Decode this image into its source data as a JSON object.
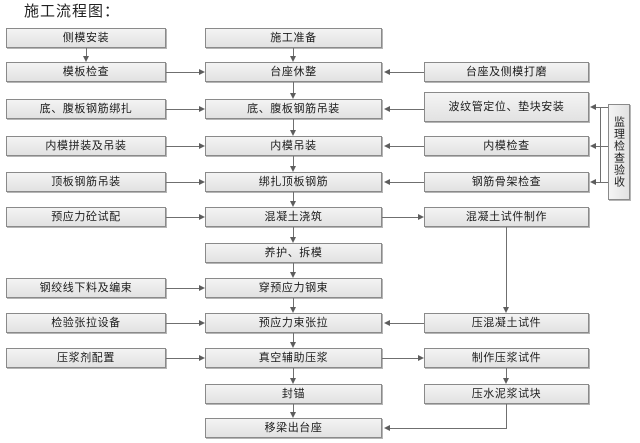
{
  "title": "施工流程图：",
  "colors": {
    "box_fill": "#eaeaea",
    "box_border": "#8a8a8a",
    "connector": "#6f6f6f",
    "text": "#1b1b1b",
    "background": "#ffffff"
  },
  "left_column": [
    {
      "id": "side-form-install",
      "label": "侧模安装"
    },
    {
      "id": "formwork-inspection",
      "label": "模板检查"
    },
    {
      "id": "bottom-web-rebar-tie",
      "label": "底、腹板钢筋绑扎"
    },
    {
      "id": "inner-form-assemble",
      "label": "内模拼装及吊装"
    },
    {
      "id": "top-rebar-hoist",
      "label": "顶板钢筋吊装"
    },
    {
      "id": "prestress-mix-design",
      "label": "预应力砼试配"
    },
    {
      "id": "strand-cut-bundle",
      "label": "钢绞线下料及编束"
    },
    {
      "id": "check-jacking-equip",
      "label": "检验张拉设备"
    },
    {
      "id": "grout-agent-mix",
      "label": "压浆剂配置"
    }
  ],
  "middle_column": [
    {
      "id": "construction-prep",
      "label": "施工准备"
    },
    {
      "id": "pedestal-trim",
      "label": "台座休整"
    },
    {
      "id": "bottom-web-rebar-hoist",
      "label": "底、腹板钢筋吊装"
    },
    {
      "id": "inner-form-hoist",
      "label": "内模吊装"
    },
    {
      "id": "tie-top-rebar",
      "label": "绑扎顶板钢筋"
    },
    {
      "id": "concrete-pour",
      "label": "混凝土浇筑"
    },
    {
      "id": "cure-strip-form",
      "label": "养护、拆模"
    },
    {
      "id": "thread-prestress-strand",
      "label": "穿预应力钢束"
    },
    {
      "id": "tendon-jacking",
      "label": "预应力束张拉"
    },
    {
      "id": "vacuum-assist-grout",
      "label": "真空辅助压浆"
    },
    {
      "id": "anchor-sealing",
      "label": "封锚"
    },
    {
      "id": "move-beam-off-pedestal",
      "label": "移梁出台座"
    }
  ],
  "right_column": [
    {
      "id": "pedestal-side-form-grind",
      "label": "台座及侧模打磨"
    },
    {
      "id": "duct-position-block",
      "label": "波纹管定位、垫块安装"
    },
    {
      "id": "inner-form-check",
      "label": "内模检查"
    },
    {
      "id": "rebar-cage-check",
      "label": "钢筋骨架检查"
    },
    {
      "id": "concrete-specimen-make",
      "label": "混凝土试件制作"
    },
    {
      "id": "press-concrete-specimen",
      "label": "压混凝土试件"
    },
    {
      "id": "make-grout-specimen",
      "label": "制作压浆试件"
    },
    {
      "id": "press-cement-grout-block",
      "label": "压水泥浆试块"
    }
  ],
  "supervision": {
    "id": "supervision-acceptance",
    "label": "监理检查验收"
  }
}
